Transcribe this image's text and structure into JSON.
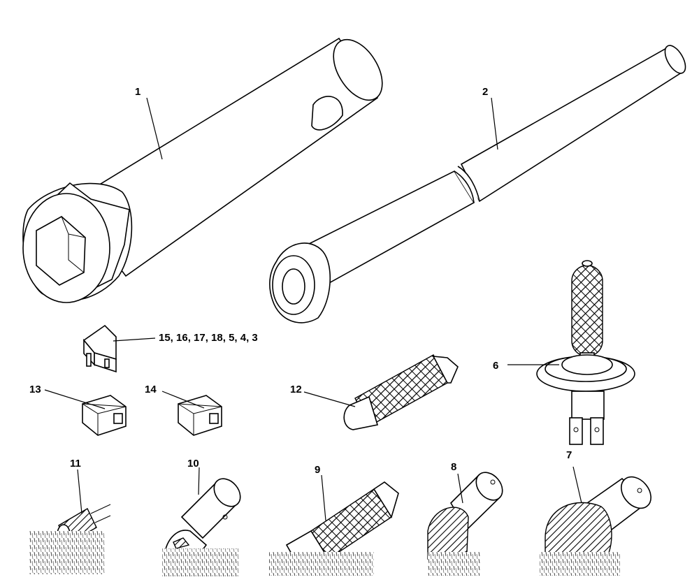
{
  "callouts": {
    "c1": "1",
    "c2": "2",
    "c15": "15, 16, 17, 18, 5, 4, 3",
    "c6": "6",
    "c12": "12",
    "c13": "13",
    "c14": "14",
    "c11": "11",
    "c10": "10",
    "c9": "9",
    "c8": "8",
    "c7": "7"
  }
}
